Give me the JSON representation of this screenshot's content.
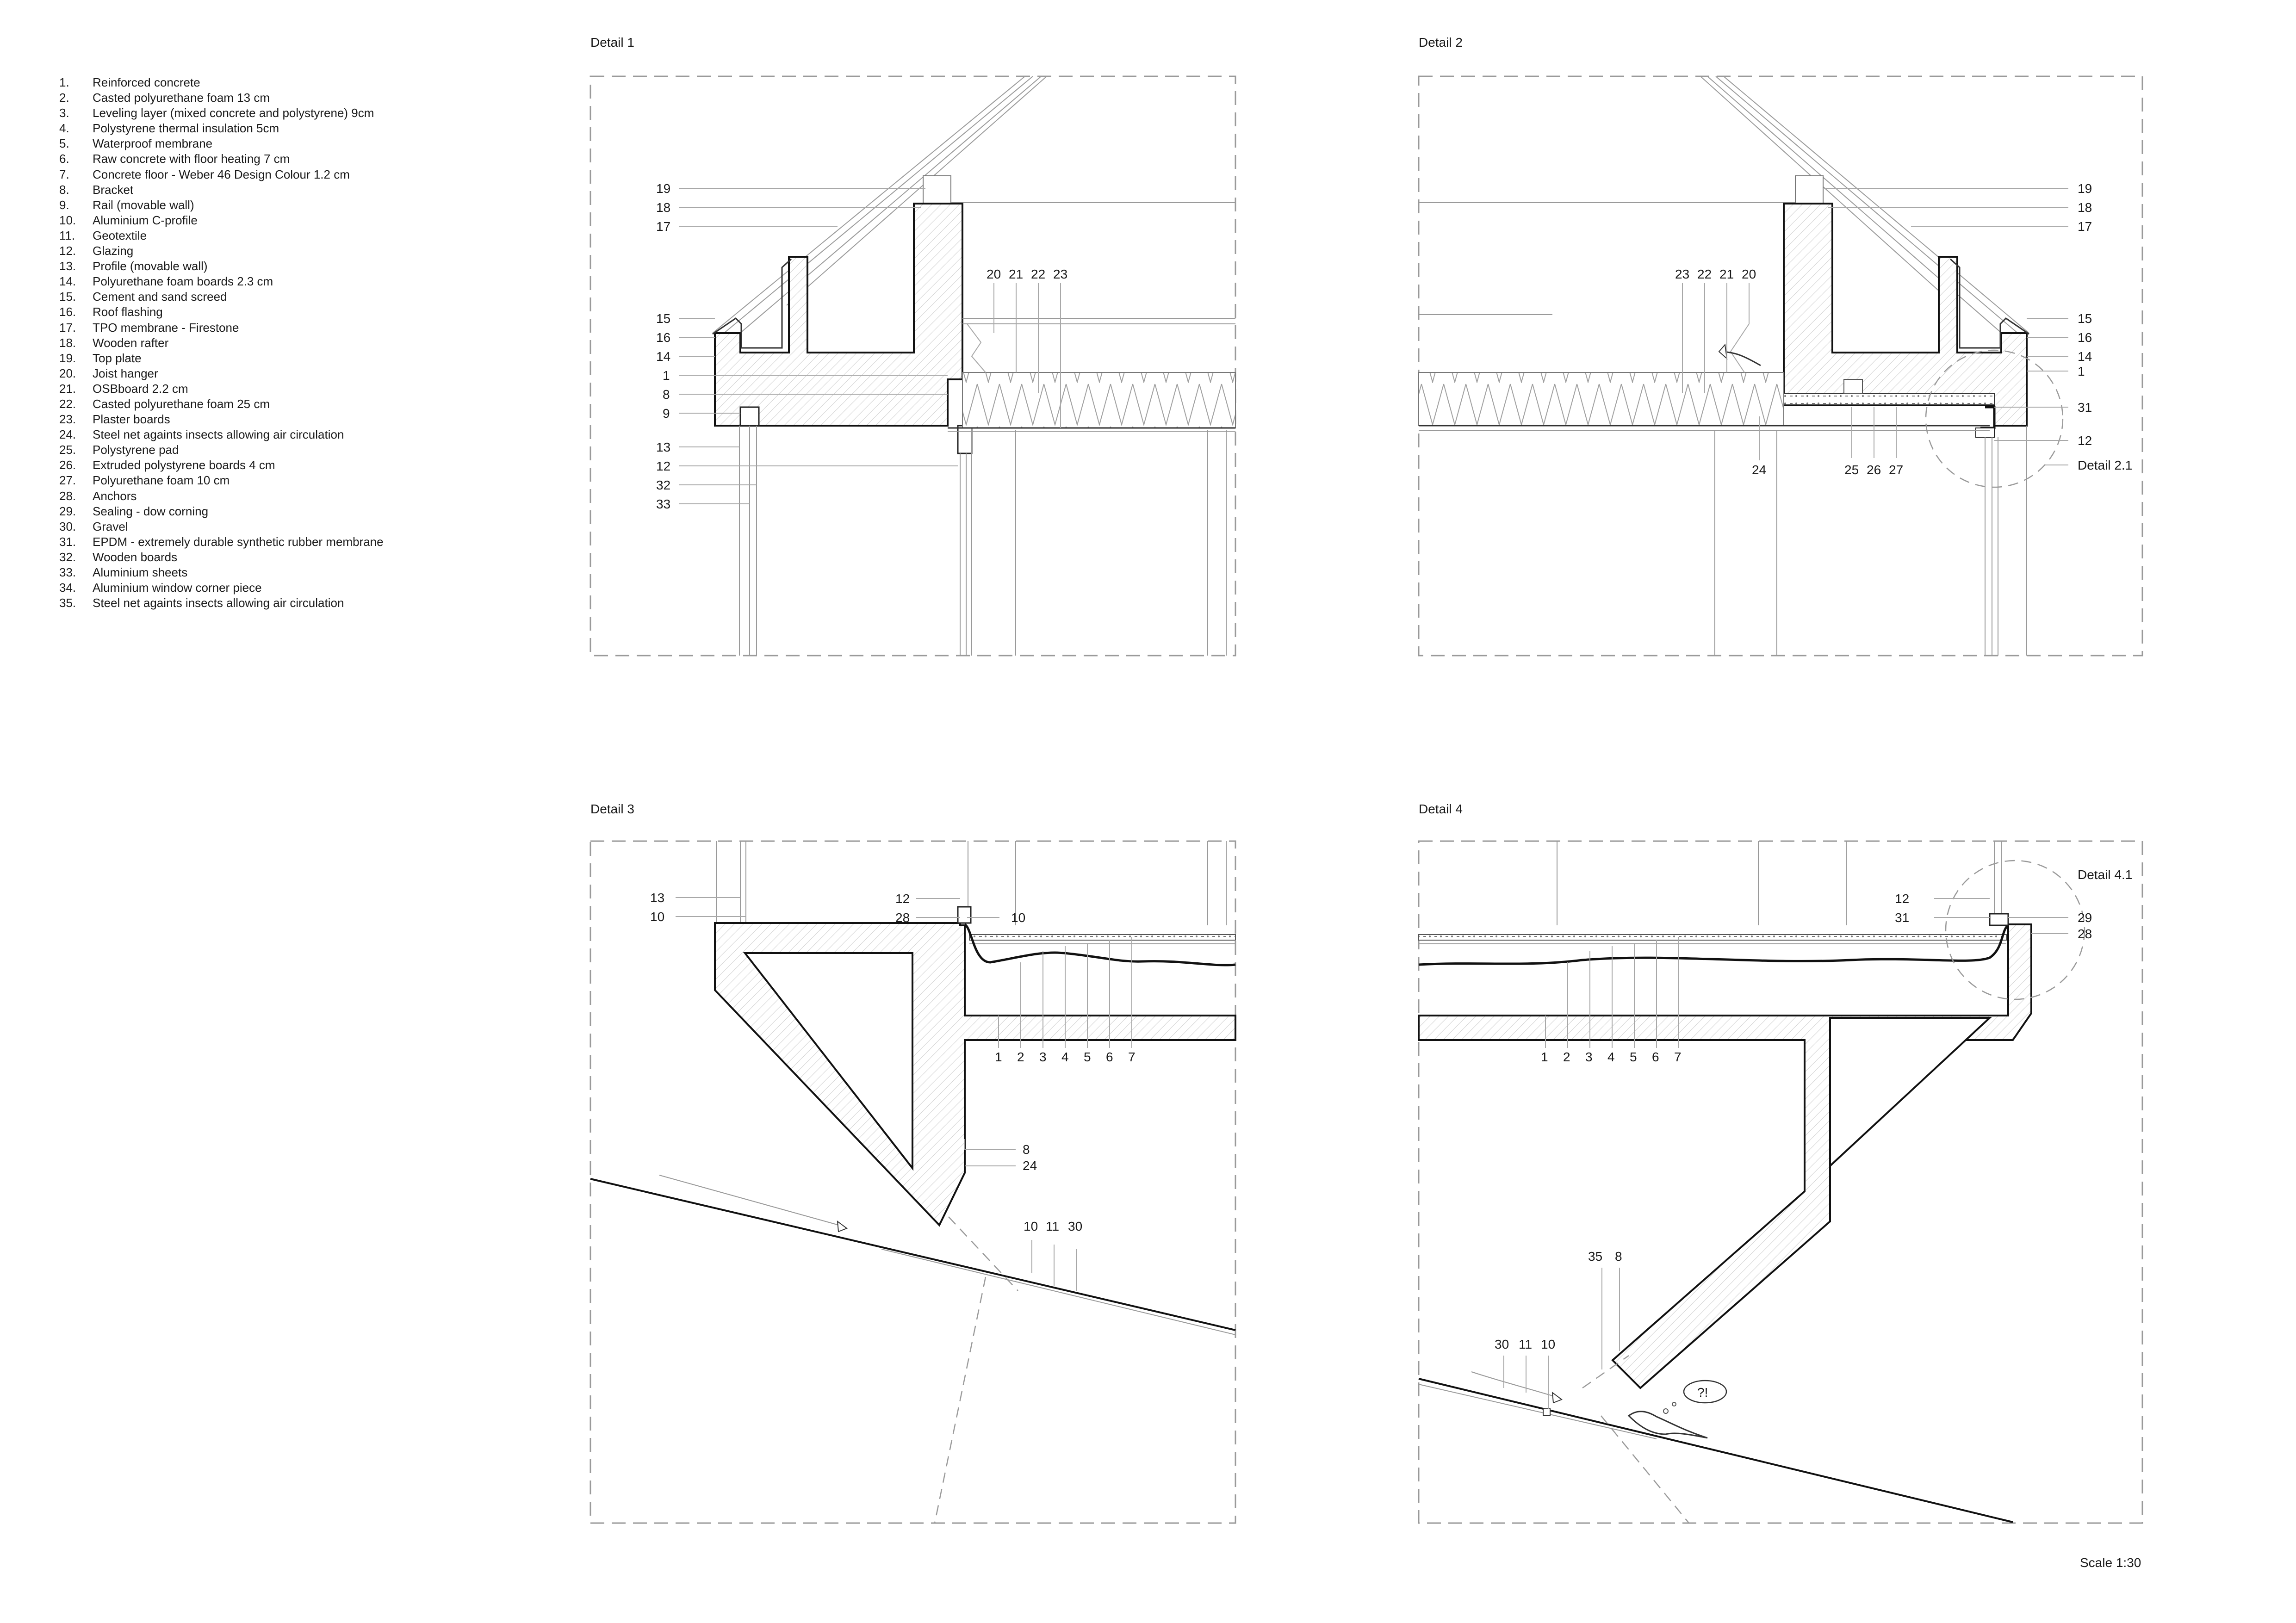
{
  "legend": [
    {
      "n": "1.",
      "t": "Reinforced concrete"
    },
    {
      "n": "2.",
      "t": "Casted polyurethane foam 13 cm"
    },
    {
      "n": "3.",
      "t": "Leveling layer (mixed concrete and polystyrene) 9cm"
    },
    {
      "n": "4.",
      "t": "Polystyrene thermal insulation 5cm"
    },
    {
      "n": "5.",
      "t": "Waterproof membrane"
    },
    {
      "n": "6.",
      "t": "Raw concrete with floor heating 7 cm"
    },
    {
      "n": "7.",
      "t": "Concrete floor - Weber 46 Design Colour 1.2 cm"
    },
    {
      "n": "8.",
      "t": "Bracket"
    },
    {
      "n": "9.",
      "t": "Rail (movable wall)"
    },
    {
      "n": "10.",
      "t": "Aluminium C-profile"
    },
    {
      "n": "11.",
      "t": "Geotextile"
    },
    {
      "n": "12.",
      "t": "Glazing"
    },
    {
      "n": "13.",
      "t": "Profile (movable wall)"
    },
    {
      "n": "14.",
      "t": "Polyurethane foam boards 2.3 cm"
    },
    {
      "n": "15.",
      "t": "Cement and sand screed"
    },
    {
      "n": "16.",
      "t": "Roof flashing"
    },
    {
      "n": "17.",
      "t": "TPO membrane - Firestone"
    },
    {
      "n": "18.",
      "t": "Wooden rafter"
    },
    {
      "n": "19.",
      "t": "Top plate"
    },
    {
      "n": "20.",
      "t": "Joist hanger"
    },
    {
      "n": "21.",
      "t": "OSBboard 2.2 cm"
    },
    {
      "n": "22.",
      "t": "Casted polyurethane foam 25 cm"
    },
    {
      "n": "23.",
      "t": "Plaster boards"
    },
    {
      "n": "24.",
      "t": "Steel net againts insects allowing air circulation"
    },
    {
      "n": "25.",
      "t": "Polystyrene pad"
    },
    {
      "n": "26.",
      "t": "Extruded polystyrene boards 4 cm"
    },
    {
      "n": "27.",
      "t": "Polyurethane foam 10 cm"
    },
    {
      "n": "28.",
      "t": "Anchors"
    },
    {
      "n": "29.",
      "t": "Sealing - dow corning"
    },
    {
      "n": "30.",
      "t": "Gravel"
    },
    {
      "n": "31.",
      "t": "EPDM - extremely durable synthetic rubber membrane"
    },
    {
      "n": "32.",
      "t": "Wooden boards"
    },
    {
      "n": "33.",
      "t": "Aluminium sheets"
    },
    {
      "n": "34.",
      "t": "Aluminium window corner piece"
    },
    {
      "n": "35.",
      "t": "Steel net againts insects allowing air circulation"
    }
  ],
  "details": {
    "d1": {
      "title": "Detail 1",
      "labels": {
        "l19": "19",
        "l18": "18",
        "l17": "17",
        "l15": "15",
        "l16": "16",
        "l14": "14",
        "l1": "1",
        "l8": "8",
        "l9": "9",
        "l13": "13",
        "l12": "12",
        "l32": "32",
        "l33": "33",
        "l20": "20",
        "l21": "21",
        "l22": "22",
        "l23": "23"
      }
    },
    "d2": {
      "title": "Detail 2",
      "sub": "Detail 2.1",
      "labels": {
        "l19": "19",
        "l18": "18",
        "l17": "17",
        "l15": "15",
        "l16": "16",
        "l14": "14",
        "l1": "1",
        "l31": "31",
        "l12": "12",
        "l23": "23",
        "l22": "22",
        "l21": "21",
        "l20": "20",
        "l24": "24",
        "l25": "25",
        "l26": "26",
        "l27": "27"
      }
    },
    "d3": {
      "title": "Detail 3",
      "labels": {
        "l13": "13",
        "l10a": "10",
        "l12": "12",
        "l28": "28",
        "l10b": "10",
        "n1": "1",
        "n2": "2",
        "n3": "3",
        "n4": "4",
        "n5": "5",
        "n6": "6",
        "n7": "7",
        "l8": "8",
        "l24": "24",
        "l10c": "10",
        "l11": "11",
        "l30": "30"
      }
    },
    "d4": {
      "title": "Detail 4",
      "sub": "Detail 4.1",
      "bubble": "?!",
      "labels": {
        "l12": "12",
        "l31": "31",
        "l29": "29",
        "l28": "28",
        "n1": "1",
        "n2": "2",
        "n3": "3",
        "n4": "4",
        "n5": "5",
        "n6": "6",
        "n7": "7",
        "l35": "35",
        "l8": "8",
        "l30": "30",
        "l11": "11",
        "l10": "10"
      }
    }
  },
  "scale": "Scale 1:30"
}
